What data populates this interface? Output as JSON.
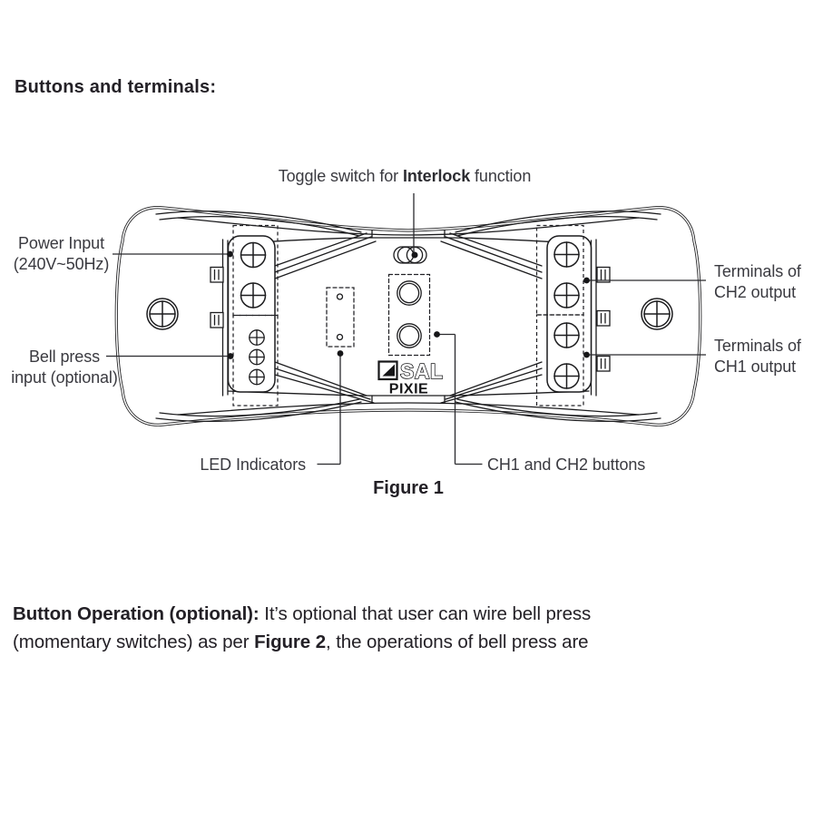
{
  "page": {
    "heading": "Buttons and terminals:",
    "figure_caption": "Figure 1"
  },
  "diagram": {
    "toggle_label": {
      "pre": "Toggle switch for ",
      "bold": "Interlock",
      "post": " function"
    },
    "callouts": {
      "power_input": {
        "line1": "Power Input",
        "line2": "(240V~50Hz)"
      },
      "bell_press": {
        "line1": "Bell press",
        "line2": "input (optional)"
      },
      "ch2_terminals": {
        "line1": "Terminals of",
        "line2": "CH2 output"
      },
      "ch1_terminals": {
        "line1": "Terminals of",
        "line2": "CH1 output"
      },
      "led_indicators": "LED Indicators",
      "ch_buttons": "CH1 and CH2 buttons"
    },
    "device": {
      "brand": "SAL",
      "model": "PIXIE"
    }
  },
  "paragraph": {
    "line1": {
      "bold": "Button Operation (optional):",
      "text": " It’s optional that user can wire bell press"
    },
    "line2": {
      "pre": "(momentary switches) as per ",
      "bold": "Figure 2",
      "post": ", the operations of bell press are"
    }
  },
  "colors": {
    "ink": "#232026",
    "label": "#3a3a40",
    "line": "#1c1c1e"
  }
}
